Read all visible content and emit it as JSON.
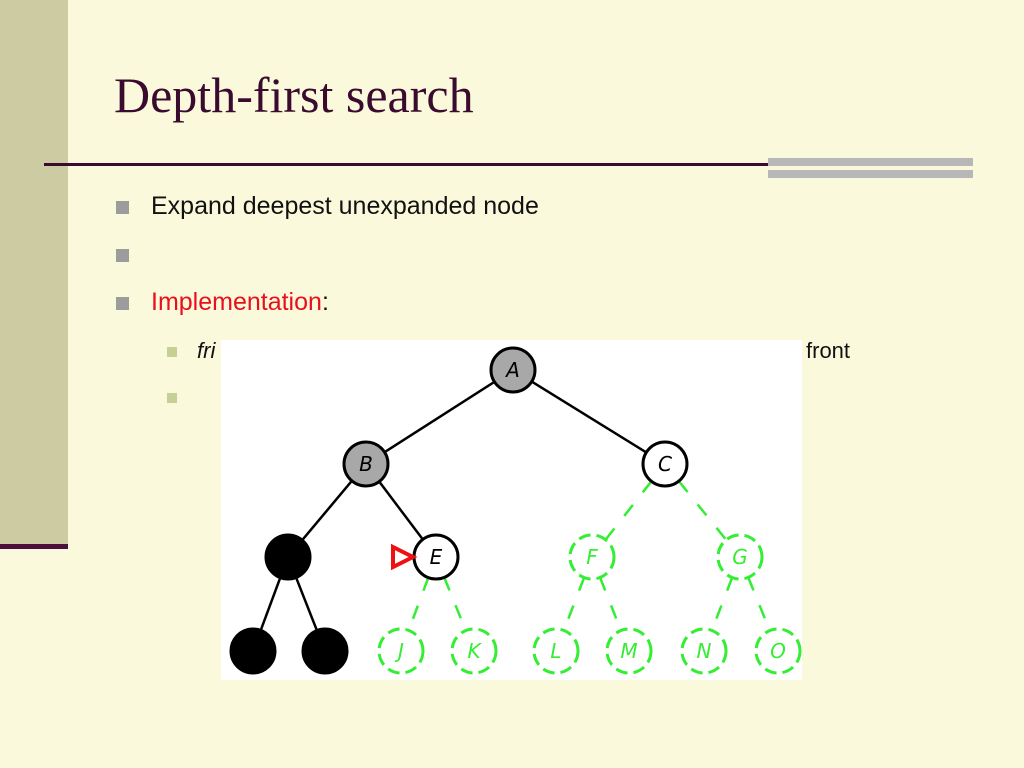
{
  "slide": {
    "title": "Depth-first search"
  },
  "bullets": {
    "b1": "Expand deepest unexpanded node",
    "b3_red": "Implementation",
    "b3_rest": ":",
    "sub1_italic": "fri",
    "sub1_right": "front"
  },
  "tree": {
    "nodes": [
      {
        "id": "A",
        "state": "expanded",
        "label": "A"
      },
      {
        "id": "B",
        "state": "expanded",
        "label": "B"
      },
      {
        "id": "C",
        "state": "fringe",
        "label": "C"
      },
      {
        "id": "D",
        "state": "removed",
        "label": ""
      },
      {
        "id": "E",
        "state": "current",
        "label": "E"
      },
      {
        "id": "F",
        "state": "unexplored",
        "label": "F"
      },
      {
        "id": "G",
        "state": "unexplored",
        "label": "G"
      },
      {
        "id": "H",
        "state": "removed",
        "label": ""
      },
      {
        "id": "I",
        "state": "removed",
        "label": ""
      },
      {
        "id": "J",
        "state": "unexplored",
        "label": "J"
      },
      {
        "id": "K",
        "state": "unexplored",
        "label": "K"
      },
      {
        "id": "L",
        "state": "unexplored",
        "label": "L"
      },
      {
        "id": "M",
        "state": "unexplored",
        "label": "M"
      },
      {
        "id": "N",
        "state": "unexplored",
        "label": "N"
      },
      {
        "id": "O",
        "state": "unexplored",
        "label": "O"
      }
    ],
    "edges": [
      [
        "A",
        "B",
        "solid"
      ],
      [
        "A",
        "C",
        "solid"
      ],
      [
        "B",
        "D",
        "solid"
      ],
      [
        "B",
        "E",
        "solid"
      ],
      [
        "C",
        "F",
        "dashed"
      ],
      [
        "C",
        "G",
        "dashed"
      ],
      [
        "D",
        "H",
        "solid"
      ],
      [
        "D",
        "I",
        "solid"
      ],
      [
        "E",
        "J",
        "dashed"
      ],
      [
        "E",
        "K",
        "dashed"
      ],
      [
        "F",
        "L",
        "dashed"
      ],
      [
        "F",
        "M",
        "dashed"
      ],
      [
        "G",
        "N",
        "dashed"
      ],
      [
        "G",
        "O",
        "dashed"
      ]
    ],
    "pointer_at": "E",
    "colors": {
      "expanded_fill": "#a8a8a8",
      "solid": "#000000",
      "dashed": "#33ee33",
      "pointer": "#ee1111"
    }
  }
}
